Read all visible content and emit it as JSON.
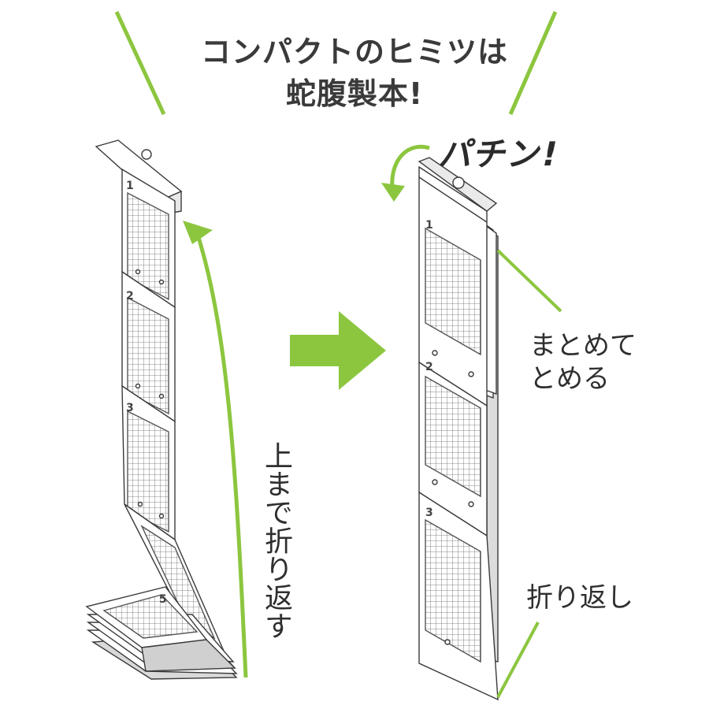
{
  "headline": {
    "line1": "コンパクトのヒミツは",
    "line2": "蛇腹製本!"
  },
  "callouts": {
    "fold_up": "上まで折り返す",
    "snap": "パチン!",
    "bind": [
      "まとめて",
      "とめる"
    ],
    "fold_back": "折り返し"
  },
  "page_numbers": {
    "left": [
      "1",
      "2",
      "3",
      "5"
    ],
    "right": [
      "1",
      "2",
      "3"
    ]
  },
  "colors": {
    "accent_green": "#8cc63f",
    "line_dark": "#3a3a3a",
    "paper": "#ffffff",
    "shadow": "#d9d9d9"
  }
}
